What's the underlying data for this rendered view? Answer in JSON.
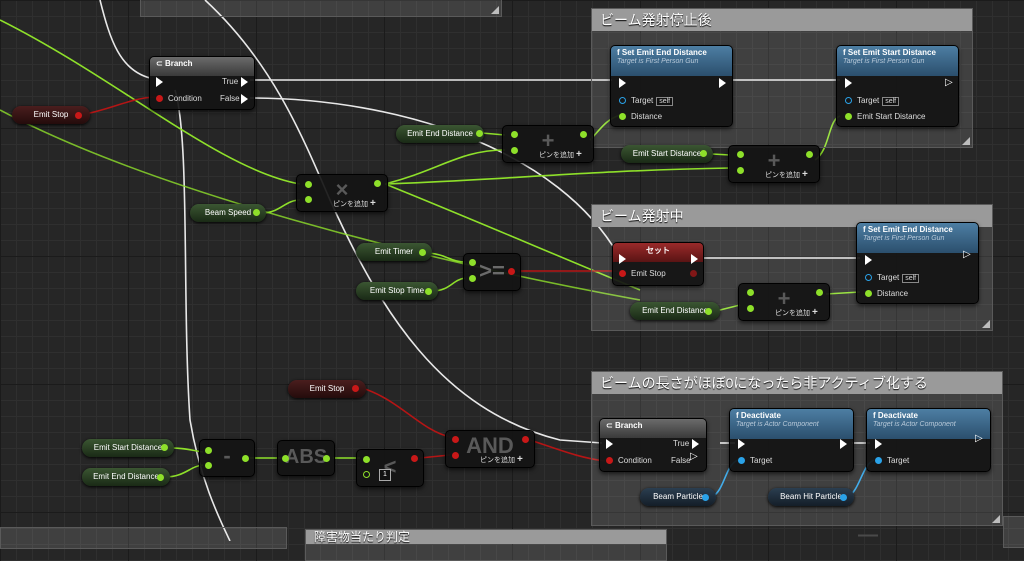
{
  "comments": {
    "after_stop": "ビーム発射停止後",
    "firing": "ビーム発射中",
    "deactivate": "ビームの長さがほぼ0になったら非アクティブ化する",
    "bottom_partial": "障害物当たり判定"
  },
  "nodes": {
    "branch1": {
      "title": "Branch",
      "true_label": "True",
      "false_label": "False",
      "condition_label": "Condition"
    },
    "branch2": {
      "title": "Branch",
      "true_label": "True",
      "false_label": "False",
      "condition_label": "Condition"
    },
    "set_end_1": {
      "title": "Set Emit End Distance",
      "subtitle": "Target is First Person Gun",
      "target_label": "Target",
      "target_value": "self",
      "value_label": "Distance"
    },
    "set_start": {
      "title": "Set Emit Start Distance",
      "subtitle": "Target is First Person Gun",
      "target_label": "Target",
      "target_value": "self",
      "value_label": "Emit Start Distance"
    },
    "set_end_2": {
      "title": "Set Emit End Distance",
      "subtitle": "Target is First Person Gun",
      "target_label": "Target",
      "target_value": "self",
      "value_label": "Distance"
    },
    "setter": {
      "title": "セット",
      "value_label": "Emit Stop"
    },
    "deactivate1": {
      "title": "Deactivate",
      "subtitle": "Target is Actor Component",
      "target_label": "Target"
    },
    "deactivate2": {
      "title": "Deactivate",
      "subtitle": "Target is Actor Component",
      "target_label": "Target"
    },
    "mult": {
      "symbol": "×",
      "add_pin": "ピンを追加"
    },
    "add1": {
      "symbol": "+",
      "add_pin": "ピンを追加"
    },
    "add2": {
      "symbol": "+",
      "add_pin": "ピンを追加"
    },
    "add3": {
      "symbol": "+",
      "add_pin": "ピンを追加"
    },
    "gte": {
      "symbol": ">="
    },
    "sub": {
      "symbol": "-"
    },
    "abs": {
      "symbol": "ABS"
    },
    "less": {
      "symbol": "<",
      "value": "1"
    },
    "and": {
      "symbol": "AND",
      "add_pin": "ピンを追加"
    }
  },
  "variables": {
    "emit_stop_1": "Emit Stop",
    "emit_end_1": "Emit End Distance",
    "emit_start_1": "Emit Start Distance",
    "beam_speed": "Beam Speed",
    "emit_timer": "Emit Timer",
    "emit_stop_time": "Emit Stop Time",
    "emit_end_2": "Emit End Distance",
    "emit_stop_2": "Emit Stop",
    "emit_start_2": "Emit Start Distance",
    "emit_end_3": "Emit End Distance",
    "beam_particle": "Beam Particle",
    "beam_hit_particle": "Beam Hit Particle"
  },
  "colors": {
    "float_pin": "#8ee02a",
    "bool_pin": "#c81818",
    "object_pin": "#2aa2e8",
    "function_header": "#3d6a8c"
  }
}
